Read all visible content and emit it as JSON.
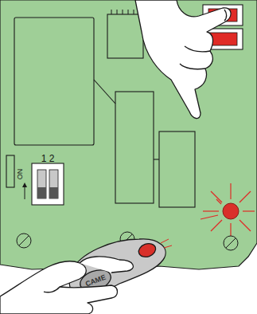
{
  "diagram": {
    "labels": [
      "ON",
      "1 2",
      "CAME"
    ]
  }
}
